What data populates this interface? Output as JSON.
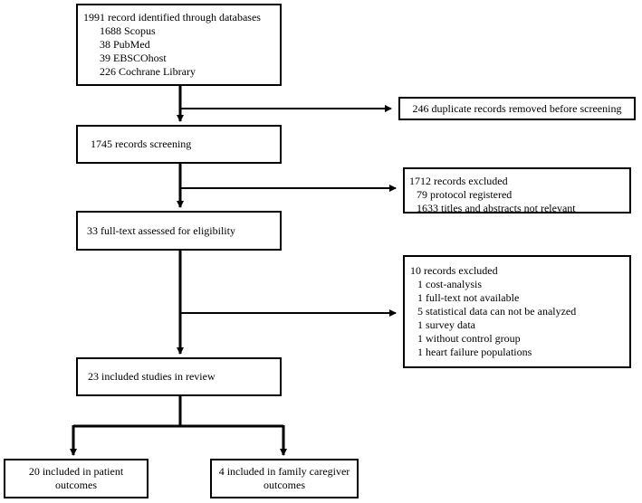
{
  "identification": {
    "title": "1991 record identified through databases",
    "sources": [
      "1688 Scopus",
      "38 PubMed",
      "39 EBSCOhost",
      "226 Cochrane Library"
    ]
  },
  "duplicates": {
    "label": "246 duplicate records removed before screening"
  },
  "screening": {
    "label": "1745 records screening"
  },
  "excluded_screening": {
    "title": "1712 records excluded",
    "items": [
      "79 protocol registered",
      "1633 titles and abstracts not relevant"
    ]
  },
  "eligibility": {
    "label": "33 full-text assessed for eligibility"
  },
  "excluded_fulltext": {
    "title": "10 records excluded",
    "items": [
      "1 cost-analysis",
      "1 full-text not available",
      "5 statistical data can not be analyzed",
      "1 survey data",
      "1 without control group",
      "1 heart failure populations"
    ]
  },
  "included": {
    "label": "23 included studies in review"
  },
  "patient": {
    "line1": "20 included in patient",
    "line2": "outcomes"
  },
  "caregiver": {
    "line1": "4 included in family caregiver",
    "line2": "outcomes"
  },
  "colors": {
    "stroke": "#000000",
    "background": "#ffffff"
  }
}
